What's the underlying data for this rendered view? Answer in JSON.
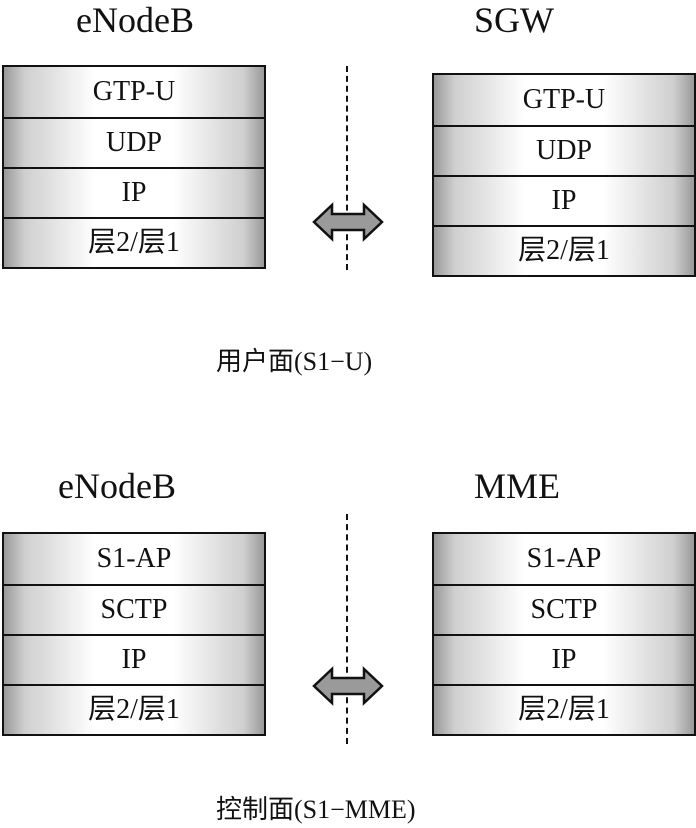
{
  "user_plane": {
    "left_title": "eNodeB",
    "right_title": "SGW",
    "left_layers": [
      "GTP-U",
      "UDP",
      "IP",
      "层2/层1"
    ],
    "right_layers": [
      "GTP-U",
      "UDP",
      "IP",
      "层2/层1"
    ],
    "caption": "用户面(S1−U)"
  },
  "control_plane": {
    "left_title": "eNodeB",
    "right_title": "MME",
    "left_layers": [
      "S1-AP",
      "SCTP",
      "IP",
      "层2/层1"
    ],
    "right_layers": [
      "S1-AP",
      "SCTP",
      "IP",
      "层2/层1"
    ],
    "caption": "控制面(S1−MME)"
  }
}
